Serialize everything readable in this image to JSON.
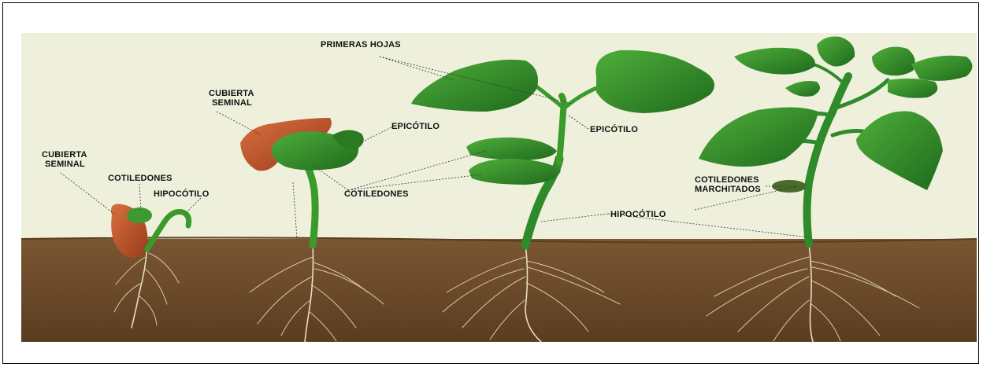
{
  "labels": {
    "stage1_seed_coat_line1": "CUBIERTA",
    "stage1_seed_coat_line2": "SEMINAL",
    "stage1_cotyledons": "COTILEDONES",
    "stage1_hypocotyl": "HIPOCÓTILO",
    "stage2_seed_coat_line1": "CUBIERTA",
    "stage2_seed_coat_line2": "SEMINAL",
    "first_leaves": "PRIMERAS HOJAS",
    "stage2_epicotyl": "EPICÓTILO",
    "stage2_cotyledons": "COTILEDONES",
    "stage3_epicotyl": "EPICÓTILO",
    "stage3_hypocotyl": "HIPOCÓTILO",
    "withered_line1": "COTILEDONES",
    "withered_line2": "MARCHITADOS"
  },
  "colors": {
    "background": "#eef0dc",
    "soil": "#6b4a2a",
    "leaf": "#2f8a2a",
    "seed_coat": "#c0502e",
    "root": "#e8dcc0"
  }
}
